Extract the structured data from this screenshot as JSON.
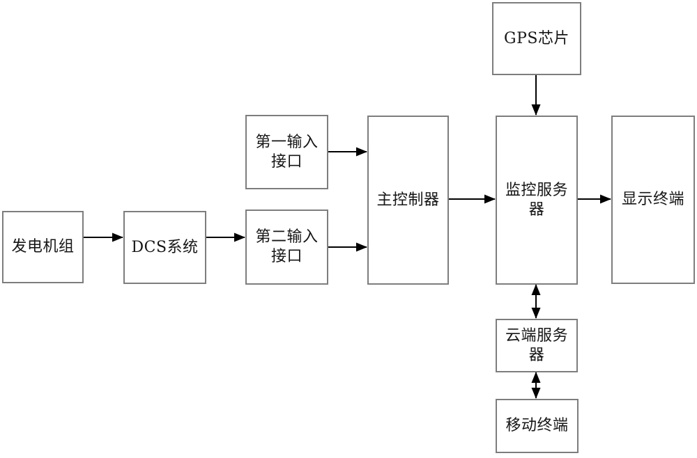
{
  "diagram": {
    "type": "system-block-diagram",
    "boxes": {
      "generator": {
        "lines": [
          "发电机组"
        ]
      },
      "dcs": {
        "lines": [
          "DCS系统"
        ]
      },
      "input1": {
        "lines": [
          "第一输入",
          "接口"
        ]
      },
      "input2": {
        "lines": [
          "第二输入",
          "接口"
        ]
      },
      "controller": {
        "lines": [
          "主控制器"
        ]
      },
      "gps": {
        "lines": [
          "GPS芯片"
        ]
      },
      "monitor": {
        "lines": [
          "监控服务",
          "器"
        ]
      },
      "display": {
        "lines": [
          "显示终端"
        ]
      },
      "cloud": {
        "lines": [
          "云端服务",
          "器"
        ]
      },
      "mobile": {
        "lines": [
          "移动终端"
        ]
      }
    },
    "connections": [
      {
        "from": "发电机组",
        "to": "DCS系统",
        "direction": "one-way"
      },
      {
        "from": "DCS系统",
        "to": "第二输入接口",
        "direction": "one-way"
      },
      {
        "from": "第一输入接口",
        "to": "主控制器",
        "direction": "one-way"
      },
      {
        "from": "第二输入接口",
        "to": "主控制器",
        "direction": "one-way"
      },
      {
        "from": "主控制器",
        "to": "监控服务器",
        "direction": "one-way"
      },
      {
        "from": "监控服务器",
        "to": "显示终端",
        "direction": "one-way"
      },
      {
        "from": "GPS芯片",
        "to": "监控服务器",
        "direction": "one-way"
      },
      {
        "from": "监控服务器",
        "to": "云端服务器",
        "direction": "two-way"
      },
      {
        "from": "云端服务器",
        "to": "移动终端",
        "direction": "two-way"
      }
    ],
    "colors": {
      "background": "#ffffff",
      "box_border": "#7d7d7d",
      "box_fill": "#ffffff",
      "arrow": "#000000",
      "text": "#161616"
    }
  }
}
